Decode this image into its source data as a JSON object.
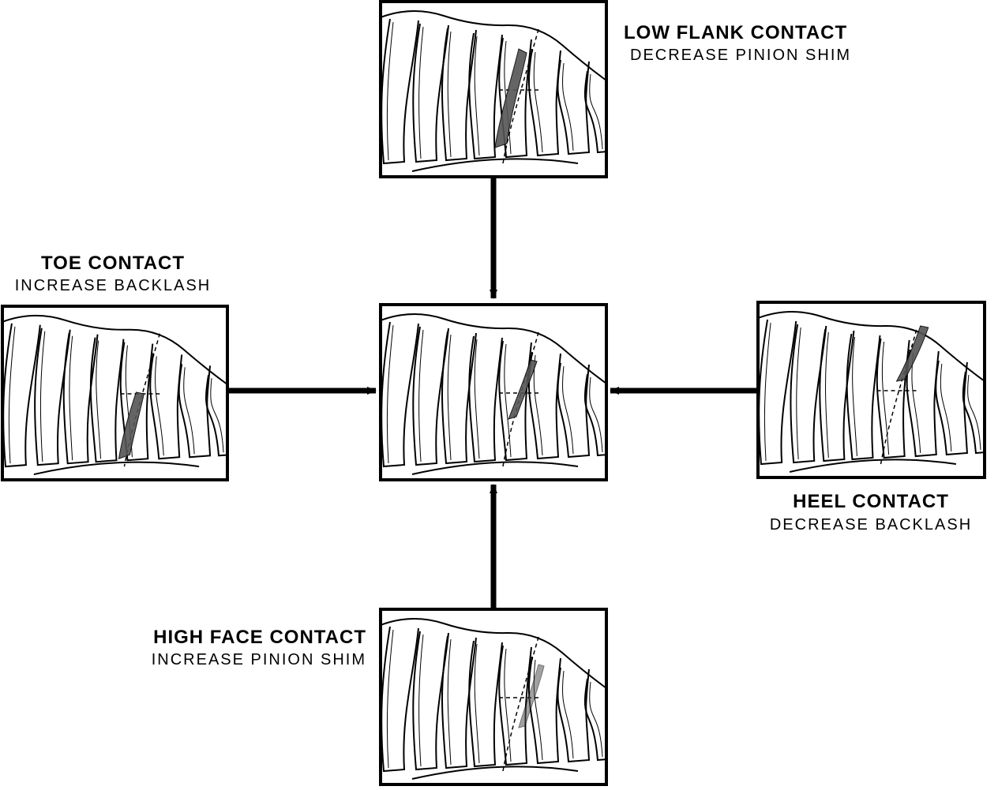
{
  "panels": {
    "low_flank": {
      "title": "LOW FLANK CONTACT",
      "subtitle": "DECREASE PINION SHIM"
    },
    "toe": {
      "title": "TOE CONTACT",
      "subtitle": "INCREASE BACKLASH"
    },
    "heel": {
      "title": "HEEL CONTACT",
      "subtitle": "DECREASE BACKLASH"
    },
    "high_face": {
      "title": "HIGH FACE CONTACT",
      "subtitle": "INCREASE PINION SHIM"
    }
  },
  "colors": {
    "ink": "#000000",
    "paper": "#ffffff",
    "contact": "#555555"
  }
}
